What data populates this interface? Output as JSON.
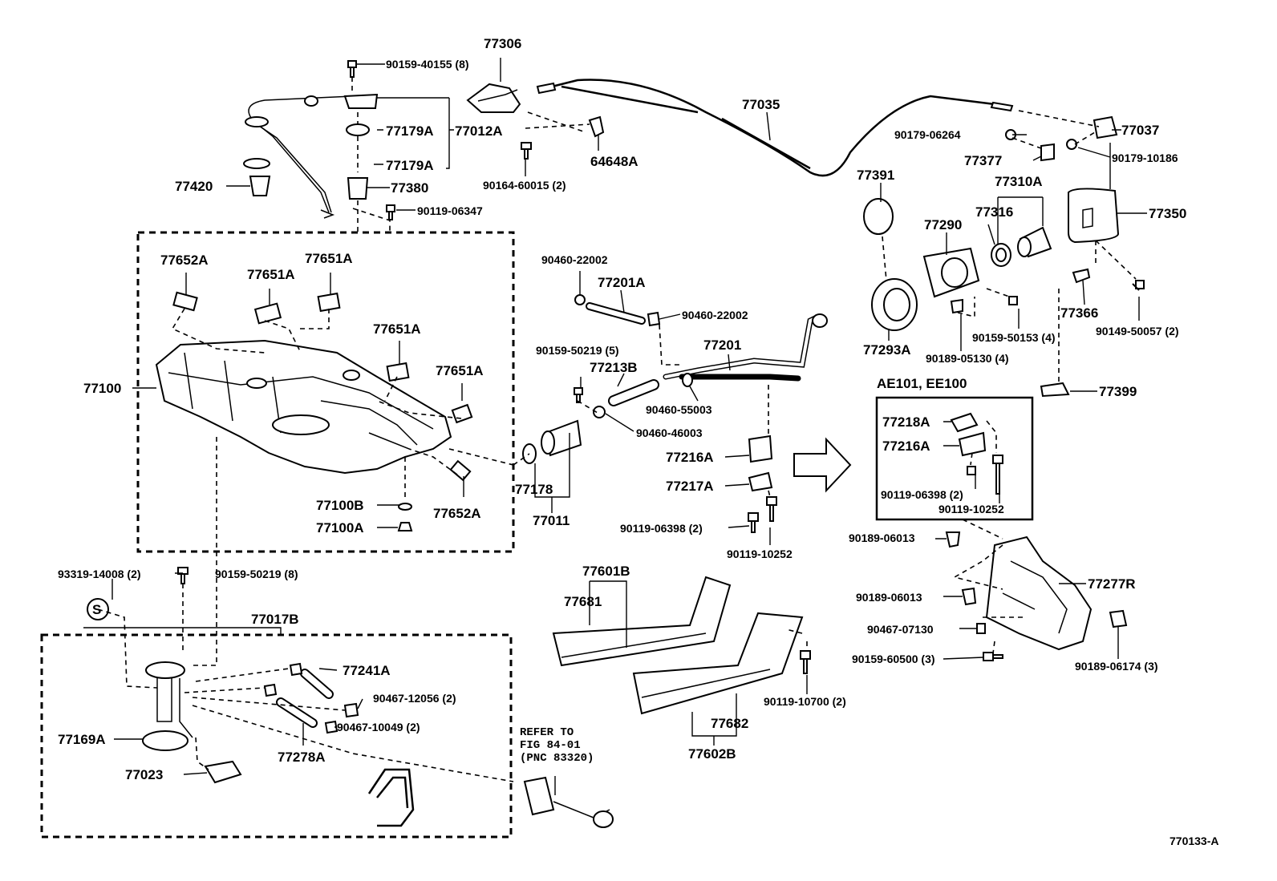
{
  "figure_code": "770133-A",
  "callouts": {
    "c77306": "77306",
    "c90159_40155": "90159-40155 (8)",
    "c77179A_1": "77179A",
    "c77012A": "77012A",
    "c77179A_2": "77179A",
    "c77420": "77420",
    "c77380": "77380",
    "c90119_06347": "90119-06347",
    "c64648A": "64648A",
    "c90164_60015": "90164-60015 (2)",
    "c77035": "77035",
    "c90179_06264": "90179-06264",
    "c77037": "77037",
    "c77377": "77377",
    "c90179_10186": "90179-10186",
    "c77391": "77391",
    "c77310A": "77310A",
    "c77290": "77290",
    "c77316": "77316",
    "c77350": "77350",
    "c77366": "77366",
    "c77293A": "77293A",
    "c90159_50153": "90159-50153 (4)",
    "c90149_50057": "90149-50057 (2)",
    "c90189_05130": "90189-05130 (4)",
    "c77399": "77399",
    "c77652A_1": "77652A",
    "c77651A_1": "77651A",
    "c77651A_2": "77651A",
    "c77651A_3": "77651A",
    "c77651A_4": "77651A",
    "c77100": "77100",
    "c77100B": "77100B",
    "c77652A_2": "77652A",
    "c77100A": "77100A",
    "c90460_22002_1": "90460-22002",
    "c77201A": "77201A",
    "c90460_22002_2": "90460-22002",
    "c90159_50219_5": "90159-50219 (5)",
    "c77201": "77201",
    "c77213B": "77213B",
    "c90460_55003": "90460-55003",
    "c90460_46003": "90460-46003",
    "c77216A": "77216A",
    "c77217A": "77217A",
    "c77178": "77178",
    "c77011": "77011",
    "c90119_06398": "90119-06398 (2)",
    "c90119_10252": "90119-10252",
    "c93319_14008": "93319-14008 (2)",
    "c90159_50219_8": "90159-50219 (8)",
    "c_s": "S",
    "c77017B": "77017B",
    "c77241A": "77241A",
    "c90467_12056": "90467-12056 (2)",
    "c90467_10049": "90467-10049 (2)",
    "c77169A": "77169A",
    "c77278A": "77278A",
    "c77023": "77023",
    "c77601B": "77601B",
    "c77681": "77681",
    "c77682": "77682",
    "c77602B": "77602B",
    "c90119_10700": "90119-10700 (2)",
    "c90189_06013_1": "90189-06013",
    "c90189_06013_2": "90189-06013",
    "c77277R": "77277R",
    "c90467_07130": "90467-07130",
    "c90159_60500": "90159-60500 (3)",
    "c90189_06174": "90189-06174 (3)"
  },
  "refer_note": [
    "REFER TO",
    "FIG 84-01",
    "(PNC 83320)"
  ],
  "inset": {
    "title": "AE101, EE100",
    "c77218A": "77218A",
    "c77216A": "77216A",
    "c90119_06398": "90119-06398 (2)",
    "c90119_10252": "90119-10252"
  }
}
